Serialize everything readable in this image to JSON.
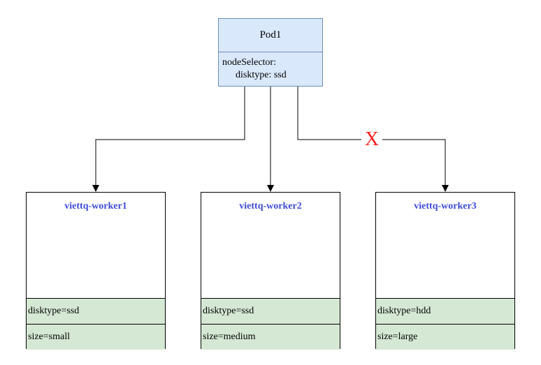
{
  "pod": {
    "title": "Pod1",
    "selector_label": "nodeSelector:",
    "selector_value": "disktype: ssd"
  },
  "workers": [
    {
      "name": "viettq-worker1",
      "labels": [
        "disktype=ssd",
        "size=small"
      ]
    },
    {
      "name": "viettq-worker2",
      "labels": [
        "disktype=ssd",
        "size=medium"
      ]
    },
    {
      "name": "viettq-worker3",
      "labels": [
        "disktype=hdd",
        "size=large"
      ]
    }
  ],
  "blocked_mark": "X",
  "colors": {
    "pod_fill": "#dae8fc",
    "pod_stroke": "#6c8ebf",
    "label_fill": "#d5e8d4",
    "worker_name": "#3d4bd9",
    "blocked": "#ff2020"
  }
}
